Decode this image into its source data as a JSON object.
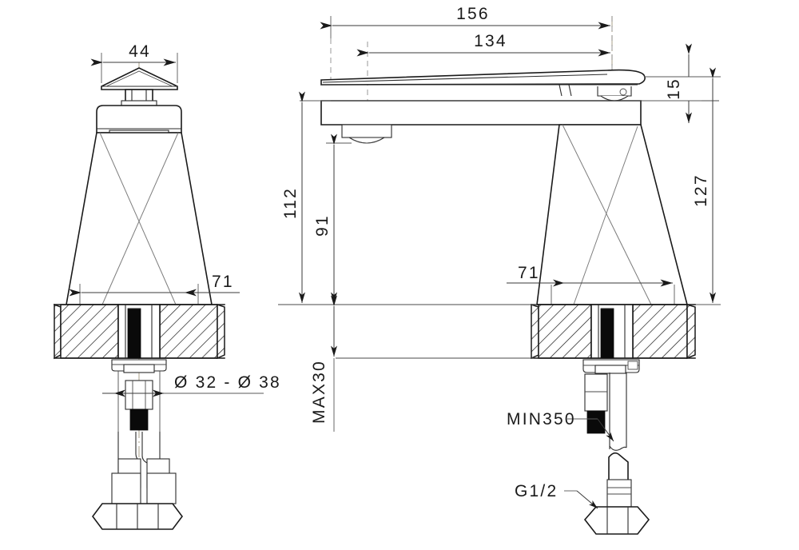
{
  "drawing": {
    "type": "technical-drawing",
    "subject": "single-lever basin mixer faucet",
    "background_color": "#ffffff",
    "line_color": "#1a1a1a",
    "centerline_color": "#b0a894",
    "views": [
      {
        "id": "front-view",
        "name": "Front view (left)"
      },
      {
        "id": "side-view",
        "name": "Side view (right)"
      }
    ]
  },
  "dimensions": {
    "handle_width": "44",
    "base_width_front": "71",
    "base_width_side": "71",
    "spout_reach_total": "156",
    "spout_reach_inner": "134",
    "body_height_total": "112",
    "spout_outlet_height": "91",
    "spout_thickness": "15",
    "body_height_side": "127",
    "counter_thickness": "MAX30",
    "hose_length": "MIN350",
    "thread_size": "G1/2",
    "hole_diameter": "Ø 32 - Ø 38"
  },
  "labels": {
    "d44": "44",
    "d71_left": "71",
    "d71_right": "71",
    "d156": "156",
    "d134": "134",
    "d112": "112",
    "d91": "91",
    "d15": "15",
    "d127": "127",
    "max30": "MAX30",
    "min350": "MIN350",
    "g12": "G1/2",
    "diameter_range": "Ø 32 - Ø 38"
  }
}
